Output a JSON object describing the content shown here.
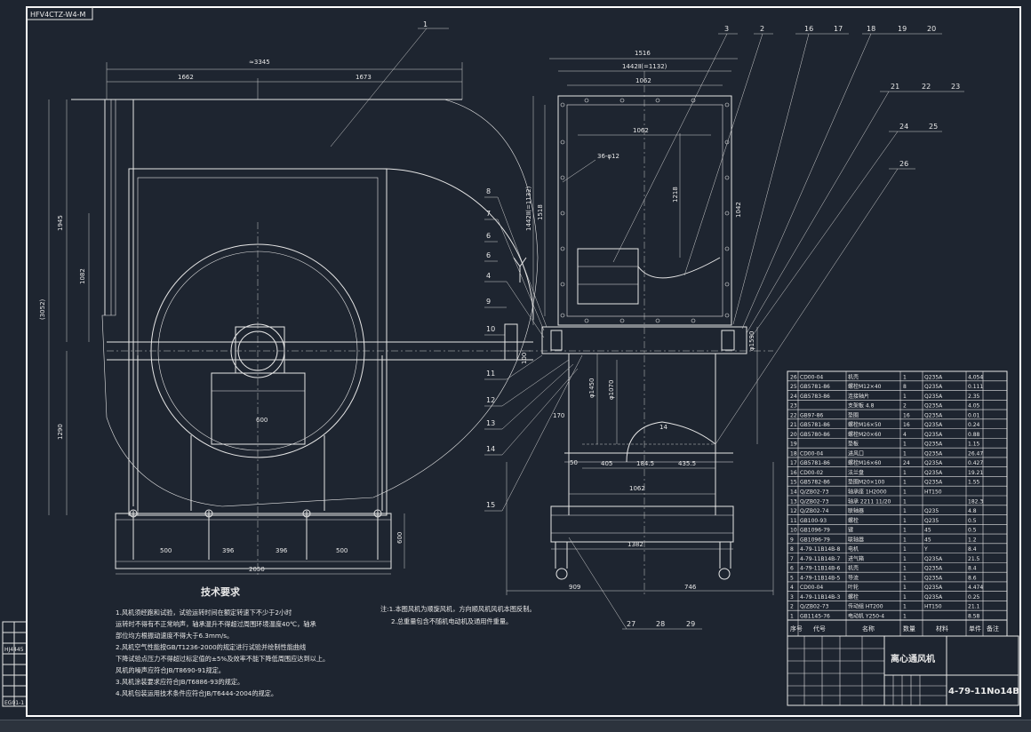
{
  "drawing_code": "HFV4CTZ-W4-M",
  "title_cn": "离心通风机",
  "drawing_number": "4-79-11No14B",
  "balloons_front": [
    "1"
  ],
  "balloons_side_top": [
    "3",
    "2",
    "16",
    "17",
    "18",
    "19",
    "20",
    "21",
    "22",
    "23",
    "24",
    "25",
    "26"
  ],
  "balloons_left": [
    "8",
    "7",
    "6",
    "6",
    "4",
    "9",
    "10",
    "11",
    "12",
    "13",
    "14",
    "15"
  ],
  "balloons_bottom": [
    "27",
    "28",
    "29"
  ],
  "dims_front": {
    "overall_width": "≈3345",
    "left_width": "1662",
    "right_width": "1673",
    "upper_height": "1945",
    "mid_height": "1082",
    "total_height": "(3052)",
    "lower_height": "1290",
    "shaft_box": "600",
    "base_height": "600",
    "base_seg1": "500",
    "base_seg2": "396",
    "base_seg3": "396",
    "base_seg4": "500",
    "base_total": "2050"
  },
  "dims_side": {
    "top_overall": "1516",
    "top_flange": "1442Ⅱ(=1132)",
    "top_inner": "1062",
    "inner_w": "1062",
    "holes": "36-φ12",
    "left_h1": "1442Ⅱ(=1132)",
    "left_h2": "1518",
    "mid_h": "1218",
    "right_h": "1042",
    "dia_big": "φ1590",
    "dia_a": "φ1450",
    "dia_b": "φ1070",
    "val170": "170",
    "val14": "14",
    "val100": "100",
    "val50": "50",
    "seg405": "405",
    "seg1845": "184.5",
    "seg4355": "435.5",
    "bot_1062": "1062",
    "bot_1382": "1382",
    "bot_909": "909",
    "bot_746": "746"
  },
  "tech_title": "技术要求",
  "tech_lines": [
    "1.风机须经跑和试验，试验运转时间在额定转速下不少于2小时",
    "运转时不得有不正常响声，轴承温升不得超过周围环境温度40℃，轴承",
    "部位均方根振动速度不得大于6.3mm/s。",
    "2.风机空气性能按GB/T1236-2000的规定进行试验并绘制性能曲线",
    "下降试验点压力不得超过标定值的±5%及效率不能下降低周围应达到以上。",
    "风机的噪声应符合JB/T8690-91规定。",
    "3.风机涂装要求应符合JB/T6886-93的规定。",
    "4.风机包装运用技术条件应符合JB/T6444-2004的规定。"
  ],
  "notes_lines": [
    "注:1.本图风机为顺旋风机，方向顺风机风机本图反制。",
    "2.总重量包含不随机电动机及通用件重量。"
  ],
  "bom_rows": [
    [
      "26",
      "CD00-04",
      "机壳",
      "1",
      "Q235A",
      "4,054",
      ""
    ],
    [
      "25",
      "GB5781-86",
      "螺栓M12×40",
      "8",
      "Q235A",
      "0.111",
      ""
    ],
    [
      "24",
      "GB5783-86",
      "连接轴片",
      "1",
      "Q235A",
      "2.35",
      ""
    ],
    [
      "23",
      "",
      "支架板 4.8",
      "2",
      "Q235A",
      "4.05",
      ""
    ],
    [
      "22",
      "GB97-86",
      "垫圈",
      "16",
      "Q235A",
      "0.01",
      ""
    ],
    [
      "21",
      "GB5781-86",
      "螺栓M16×50",
      "16",
      "Q235A",
      "0.24",
      ""
    ],
    [
      "20",
      "GB5780-86",
      "螺栓M20×60",
      "4",
      "Q235A",
      "0.88",
      ""
    ],
    [
      "19",
      "",
      "垫板",
      "1",
      "Q235A",
      "1.15",
      ""
    ],
    [
      "18",
      "CD00-04",
      "进风口",
      "1",
      "Q235A",
      "26.47",
      ""
    ],
    [
      "17",
      "GB5781-86",
      "螺栓M16×60",
      "24",
      "Q235A",
      "0.427",
      ""
    ],
    [
      "16",
      "CD00-02",
      "法兰盘",
      "1",
      "Q235A",
      "19.21",
      ""
    ],
    [
      "15",
      "GB5782-86",
      "垫圈M20×100",
      "1",
      "Q235A",
      "1.55",
      ""
    ],
    [
      "14",
      "Q/ZB02-73",
      "轴承座 1H2000",
      "1",
      "HT150",
      "",
      ""
    ],
    [
      "13",
      "Q/ZB02-73",
      "轴承 2211 11/20",
      "1",
      "",
      "182.3",
      ""
    ],
    [
      "12",
      "Q/ZB02-74",
      "联轴器",
      "1",
      "Q235",
      "4.8",
      ""
    ],
    [
      "11",
      "GB100-93",
      "螺栓",
      "1",
      "Q235",
      "0.5",
      ""
    ],
    [
      "10",
      "GB1096-79",
      "键",
      "1",
      "45",
      "0.5",
      ""
    ],
    [
      "9",
      "GB1096-79",
      "联轴器",
      "1",
      "45",
      "1.2",
      ""
    ],
    [
      "8",
      "4-79-11B14B-8",
      "电机",
      "1",
      "Y",
      "8.4",
      ""
    ],
    [
      "7",
      "4-79-11B14B-7",
      "进气箱",
      "1",
      "Q235A",
      "21.5",
      ""
    ],
    [
      "6",
      "4-79-11B14B-6",
      "机壳",
      "1",
      "Q235A",
      "8.4",
      ""
    ],
    [
      "5",
      "4-79-11B14B-5",
      "导流",
      "1",
      "Q235A",
      "8.6",
      ""
    ],
    [
      "4",
      "CD00-04",
      "叶轮",
      "1",
      "Q235A",
      "4.474",
      ""
    ],
    [
      "3",
      "4-79-11B14B-3",
      "螺栓",
      "1",
      "Q235A",
      "0.25",
      ""
    ],
    [
      "2",
      "Q/ZB02-73",
      "传动组 HT200",
      "1",
      "HT150",
      "21.1",
      ""
    ],
    [
      "1",
      "GB1145-76",
      "电动机 Y250-4",
      "1",
      "",
      "8.58",
      ""
    ]
  ],
  "bom_header": [
    "序号",
    "代号",
    "名称",
    "数量",
    "材料",
    "单件",
    "备注"
  ],
  "left_strip": [
    "HJ4445",
    "",
    "",
    "",
    "",
    "",
    "EG01-1"
  ]
}
